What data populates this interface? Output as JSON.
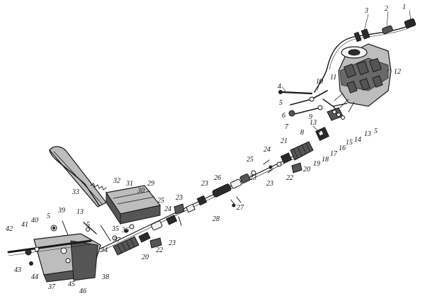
{
  "figure": {
    "callouts": [
      {
        "id": "c1",
        "text": "1"
      },
      {
        "id": "c2",
        "text": "2"
      },
      {
        "id": "c3",
        "text": "3"
      },
      {
        "id": "c4",
        "text": "4"
      },
      {
        "id": "c5a",
        "text": "5"
      },
      {
        "id": "c5b",
        "text": "5"
      },
      {
        "id": "c5c",
        "text": "5"
      },
      {
        "id": "c5d",
        "text": "5"
      },
      {
        "id": "c6",
        "text": "6"
      },
      {
        "id": "c7",
        "text": "7"
      },
      {
        "id": "c8",
        "text": "8"
      },
      {
        "id": "c9",
        "text": "9"
      },
      {
        "id": "c10",
        "text": "10"
      },
      {
        "id": "c11",
        "text": "11"
      },
      {
        "id": "c12",
        "text": "12"
      },
      {
        "id": "c13a",
        "text": "13"
      },
      {
        "id": "c13b",
        "text": "13"
      },
      {
        "id": "c13c",
        "text": "13"
      },
      {
        "id": "c14",
        "text": "14"
      },
      {
        "id": "c15",
        "text": "15"
      },
      {
        "id": "c16",
        "text": "16"
      },
      {
        "id": "c17",
        "text": "17"
      },
      {
        "id": "c18",
        "text": "18"
      },
      {
        "id": "c19",
        "text": "19"
      },
      {
        "id": "c20a",
        "text": "20"
      },
      {
        "id": "c20b",
        "text": "20"
      },
      {
        "id": "c21",
        "text": "21"
      },
      {
        "id": "c22a",
        "text": "22"
      },
      {
        "id": "c22b",
        "text": "22"
      },
      {
        "id": "c23a",
        "text": "23"
      },
      {
        "id": "c23b",
        "text": "23"
      },
      {
        "id": "c23c",
        "text": "23"
      },
      {
        "id": "c23d",
        "text": "23"
      },
      {
        "id": "c23e",
        "text": "23"
      },
      {
        "id": "c24a",
        "text": "24"
      },
      {
        "id": "c24b",
        "text": "24"
      },
      {
        "id": "c25a",
        "text": "25"
      },
      {
        "id": "c25b",
        "text": "25"
      },
      {
        "id": "c26",
        "text": "26"
      },
      {
        "id": "c27",
        "text": "27"
      },
      {
        "id": "c28",
        "text": "28"
      },
      {
        "id": "c29",
        "text": "29"
      },
      {
        "id": "c30",
        "text": "30"
      },
      {
        "id": "c31",
        "text": "31"
      },
      {
        "id": "c32",
        "text": "32"
      },
      {
        "id": "c33",
        "text": "33"
      },
      {
        "id": "c34",
        "text": "34"
      },
      {
        "id": "c35",
        "text": "35"
      },
      {
        "id": "c36",
        "text": "36"
      },
      {
        "id": "c37a",
        "text": "37"
      },
      {
        "id": "c37b",
        "text": "37"
      },
      {
        "id": "c38",
        "text": "38"
      },
      {
        "id": "c39",
        "text": "39"
      },
      {
        "id": "c40",
        "text": "40"
      },
      {
        "id": "c41",
        "text": "41"
      },
      {
        "id": "c42",
        "text": "42"
      },
      {
        "id": "c43",
        "text": "43"
      },
      {
        "id": "c44",
        "text": "44"
      },
      {
        "id": "c45",
        "text": "45"
      },
      {
        "id": "c46",
        "text": "46"
      }
    ]
  }
}
